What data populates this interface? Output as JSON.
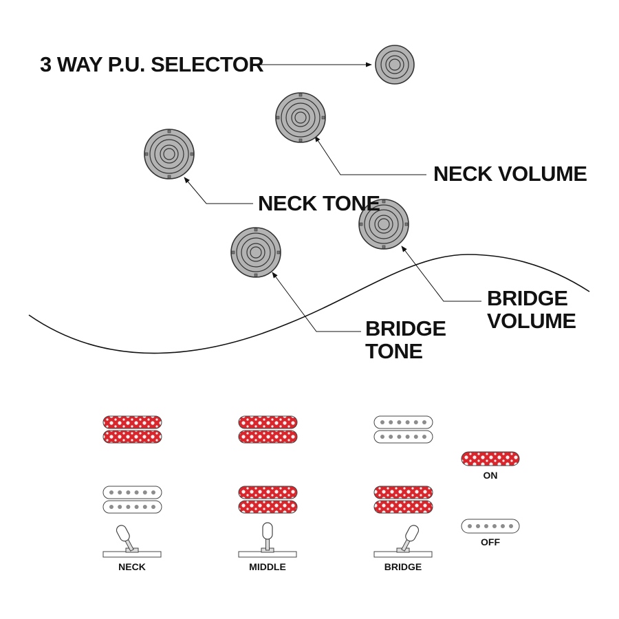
{
  "labels": {
    "selector": "3 WAY P.U. SELECTOR",
    "neck_volume": "NECK VOLUME",
    "neck_tone": "NECK TONE",
    "bridge_volume_1": "BRIDGE",
    "bridge_volume_2": "VOLUME",
    "bridge_tone_1": "BRIDGE",
    "bridge_tone_2": "TONE"
  },
  "positions": [
    {
      "label": "NECK",
      "neck_pickup": "on",
      "bridge_pickup": "off",
      "lever": "left"
    },
    {
      "label": "MIDDLE",
      "neck_pickup": "on",
      "bridge_pickup": "on",
      "lever": "center"
    },
    {
      "label": "BRIDGE",
      "neck_pickup": "off",
      "bridge_pickup": "on",
      "lever": "right"
    }
  ],
  "legend": {
    "on_label": "ON",
    "off_label": "OFF"
  },
  "colors": {
    "on": "#d9262c",
    "off": "#ffffff",
    "knob": "#b3b3b3",
    "ink": "#111111"
  }
}
